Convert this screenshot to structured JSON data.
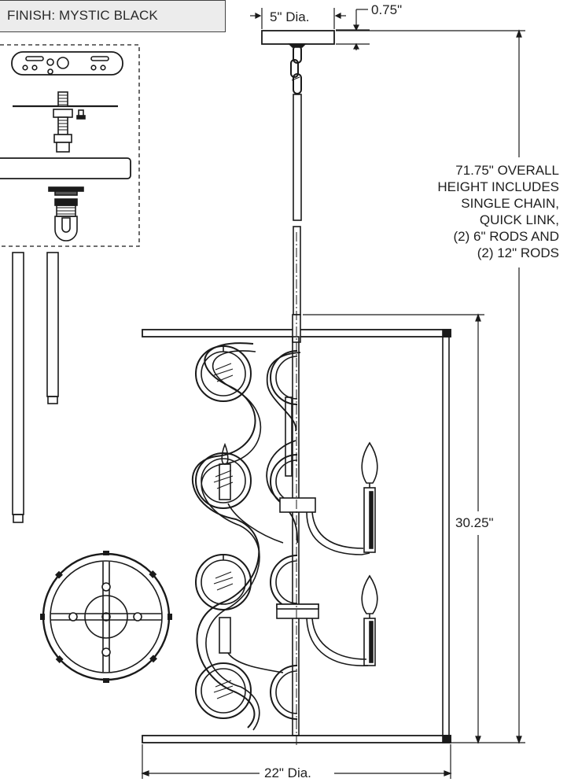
{
  "finish": {
    "label": "FINISH: MYSTIC BLACK"
  },
  "dimensions": {
    "canopy_diameter": "5\" Dia.",
    "canopy_height": "0.75\"",
    "fixture_height": "30.25\"",
    "fixture_diameter": "22\" Dia."
  },
  "overall_note": {
    "lines": [
      "71.75\" OVERALL",
      "HEIGHT INCLUDES",
      "SINGLE CHAIN,",
      "QUICK LINK,",
      "(2) 6\" RODS AND",
      "(2) 12\" RODS"
    ]
  },
  "colors": {
    "line": "#1a1a1a",
    "label_box": "#ececec"
  }
}
